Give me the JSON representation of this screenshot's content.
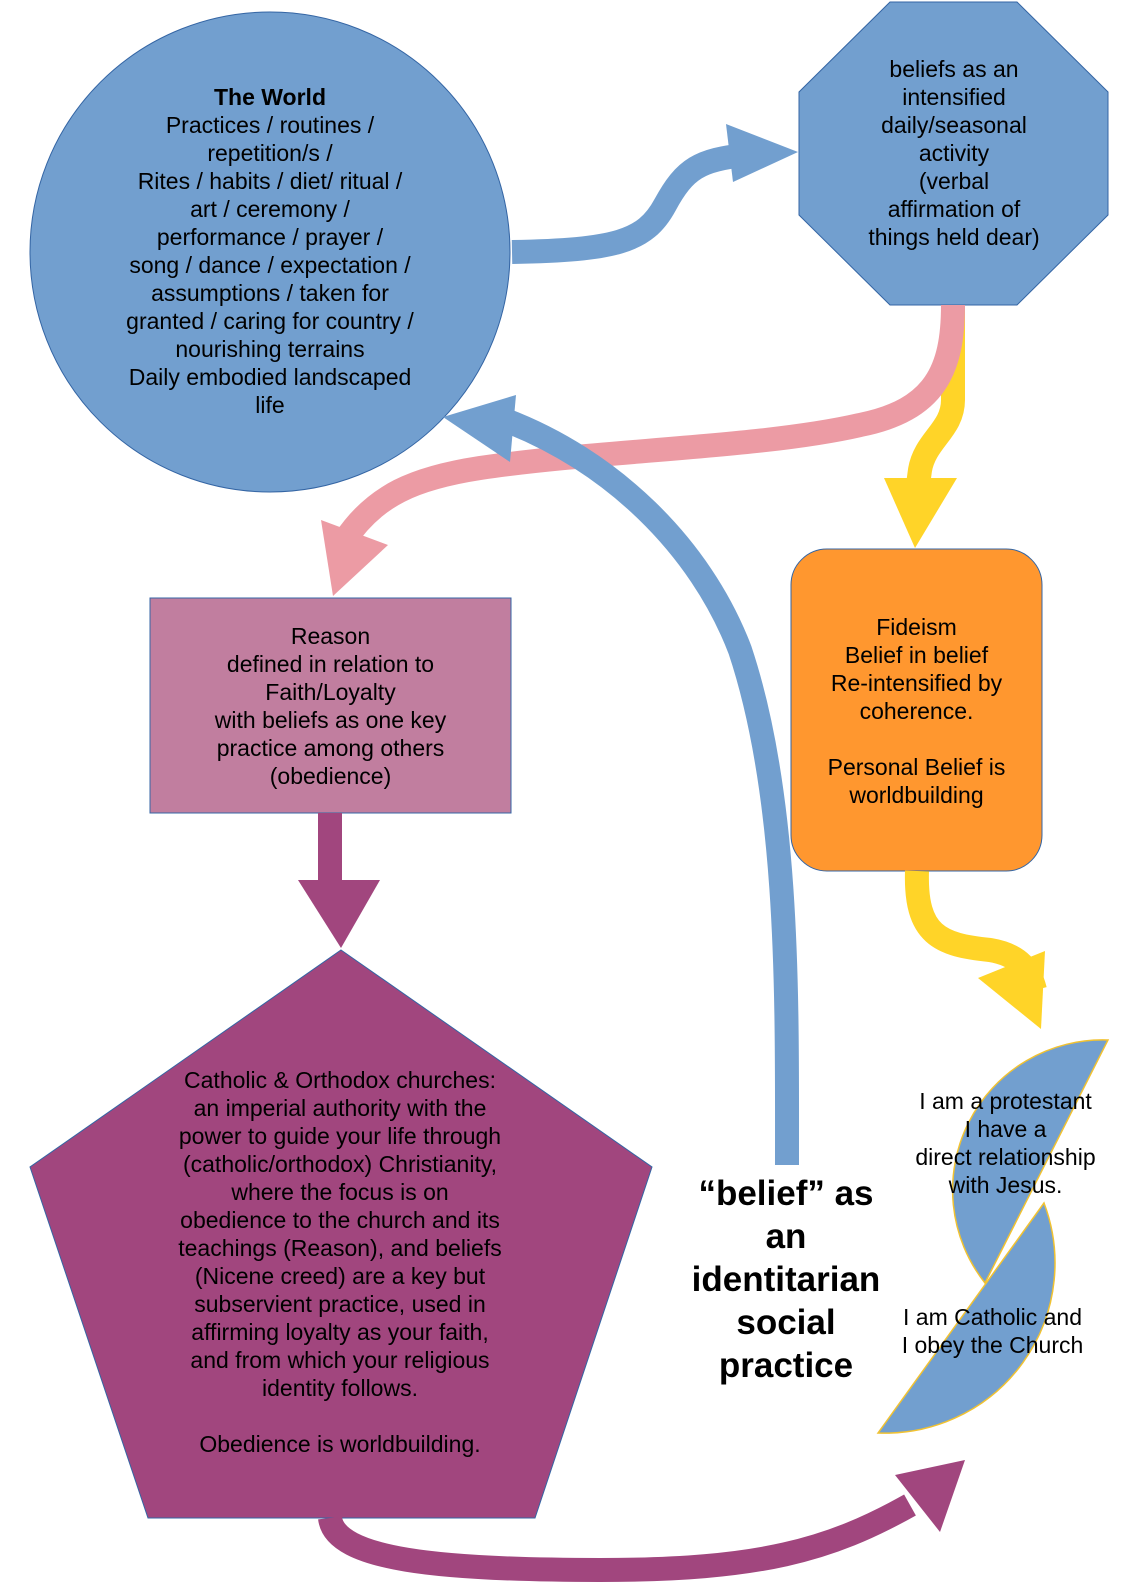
{
  "colors": {
    "blue": "#729fcf",
    "pink": "#ec9ba4",
    "yellow": "#ffd428",
    "orange": "#ff972f",
    "mauve": "#c17e9f",
    "plum": "#a1467e",
    "outline": "#3465a4"
  },
  "world": {
    "title": "The World",
    "lines": [
      "Practices / routines /",
      "repetition/s /",
      "Rites / habits / diet/ ritual /",
      "art / ceremony /",
      "performance / prayer /",
      "song / dance / expectation /",
      "assumptions / taken for",
      "granted / caring for country /",
      "nourishing terrains",
      "Daily embodied landscaped",
      "life"
    ]
  },
  "beliefs": {
    "lines": [
      "beliefs as an",
      "intensified",
      "daily/seasonal",
      "activity",
      "(verbal",
      "affirmation of",
      "things held dear)"
    ]
  },
  "reason": {
    "lines": [
      "Reason",
      "defined in relation to",
      "Faith/Loyalty",
      "with beliefs as one key",
      "practice among others",
      "(obedience)"
    ]
  },
  "fideism": {
    "lines": [
      "Fideism",
      "Belief in belief",
      "Re-intensified by",
      "coherence.",
      "",
      "Personal Belief is",
      "worldbuilding"
    ]
  },
  "churches": {
    "lines": [
      "Catholic & Orthodox churches:",
      "an imperial authority with the",
      "power to guide your life through",
      "(catholic/orthodox) Christianity,",
      "where the focus is on",
      "obedience to the church and its",
      "teachings (Reason), and beliefs",
      "(Nicene creed) are a key but",
      "subservient practice, used in",
      "affirming loyalty as your faith,",
      "and from which your  religious",
      "identity follows.",
      "",
      "Obedience is worldbuilding."
    ]
  },
  "protestant": {
    "lines": [
      "I am a protestant",
      "I have a",
      "direct relationship",
      "with Jesus."
    ]
  },
  "catholic": {
    "lines": [
      "I am Catholic and",
      "I obey the Church"
    ]
  },
  "side_label": {
    "lines": [
      "“belief” as",
      "an",
      "identitarian",
      "social",
      "practice"
    ]
  }
}
